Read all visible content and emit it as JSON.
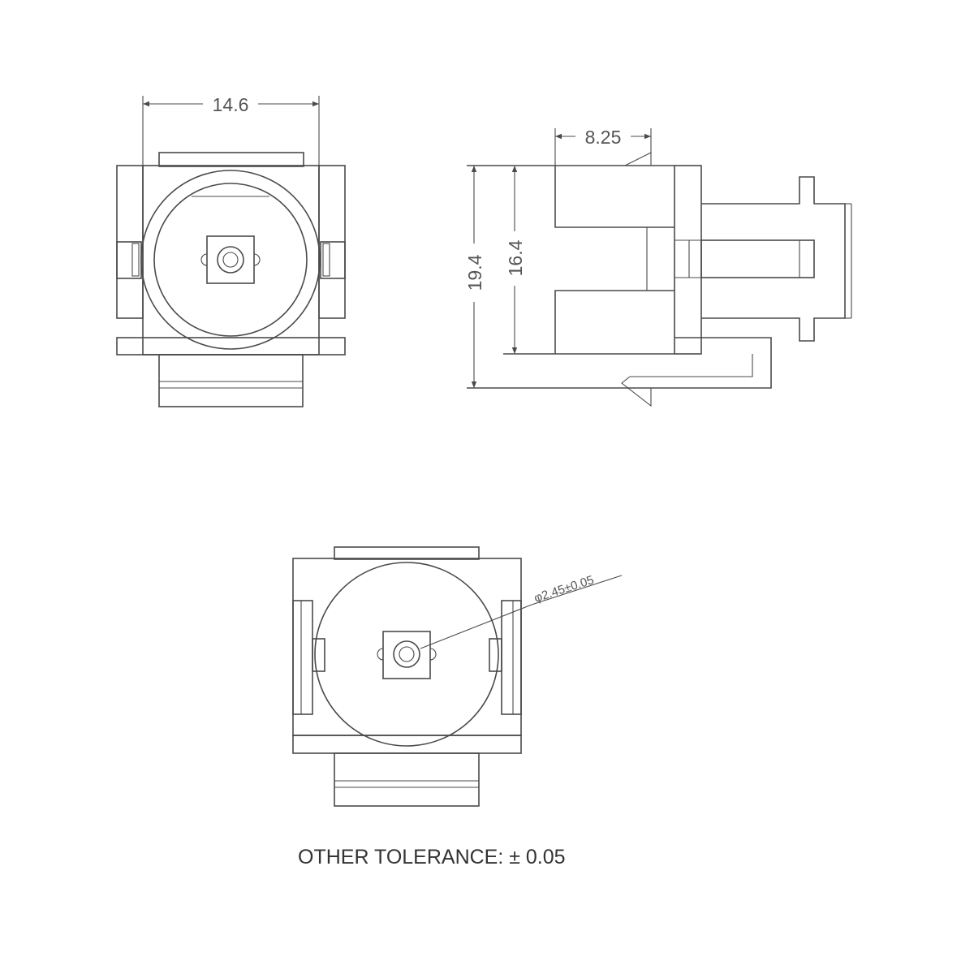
{
  "dimensions": {
    "front_width": "14.6",
    "side_depth": "8.25",
    "overall_height": "19.4",
    "body_height": "16.4",
    "hole_diameter": "φ2.45±0.05"
  },
  "note": "OTHER TOLERANCE: ± 0.05",
  "colors": {
    "line": "#4a4a4a",
    "text": "#555555"
  }
}
